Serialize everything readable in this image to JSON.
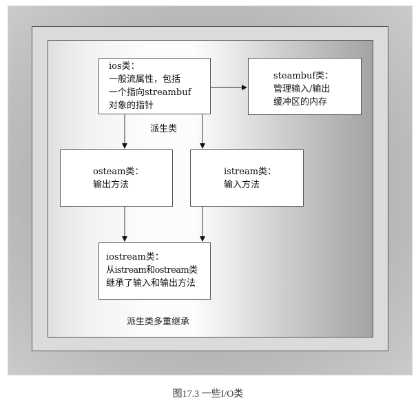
{
  "diagram": {
    "boxes": {
      "ios": {
        "title": "ios类：",
        "lines": [
          "一般流属性，包括",
          "一个指向streambuf",
          "对象的指针"
        ]
      },
      "streambuf": {
        "title": "steambuf类：",
        "lines": [
          "管理输入/输出",
          "缓冲区的内存"
        ]
      },
      "ostream": {
        "title": "osteam类：",
        "lines": [
          "输出方法"
        ]
      },
      "istream": {
        "title": "istream类：",
        "lines": [
          "输入方法"
        ]
      },
      "iostream": {
        "title": "iostream类：",
        "lines": [
          "从istream和ostream类",
          "继承了输入和输出方法"
        ]
      }
    },
    "labels": {
      "derived": "派生类",
      "multiple_inheritance": "派生类多重继承"
    },
    "edges": [
      {
        "from": "ios",
        "to": "streambuf",
        "type": "arrow"
      },
      {
        "from": "ios",
        "to": "ostream",
        "type": "arrow"
      },
      {
        "from": "ios",
        "to": "istream",
        "type": "arrow"
      },
      {
        "from": "ostream",
        "to": "iostream",
        "type": "arrow"
      },
      {
        "from": "istream",
        "to": "iostream",
        "type": "arrow"
      }
    ]
  },
  "caption": "图17.3 一些I/O类",
  "colors": {
    "border": "#555555",
    "box_fill": "#ffffff",
    "frame_mid": "#dcdadc",
    "text": "#111111"
  }
}
